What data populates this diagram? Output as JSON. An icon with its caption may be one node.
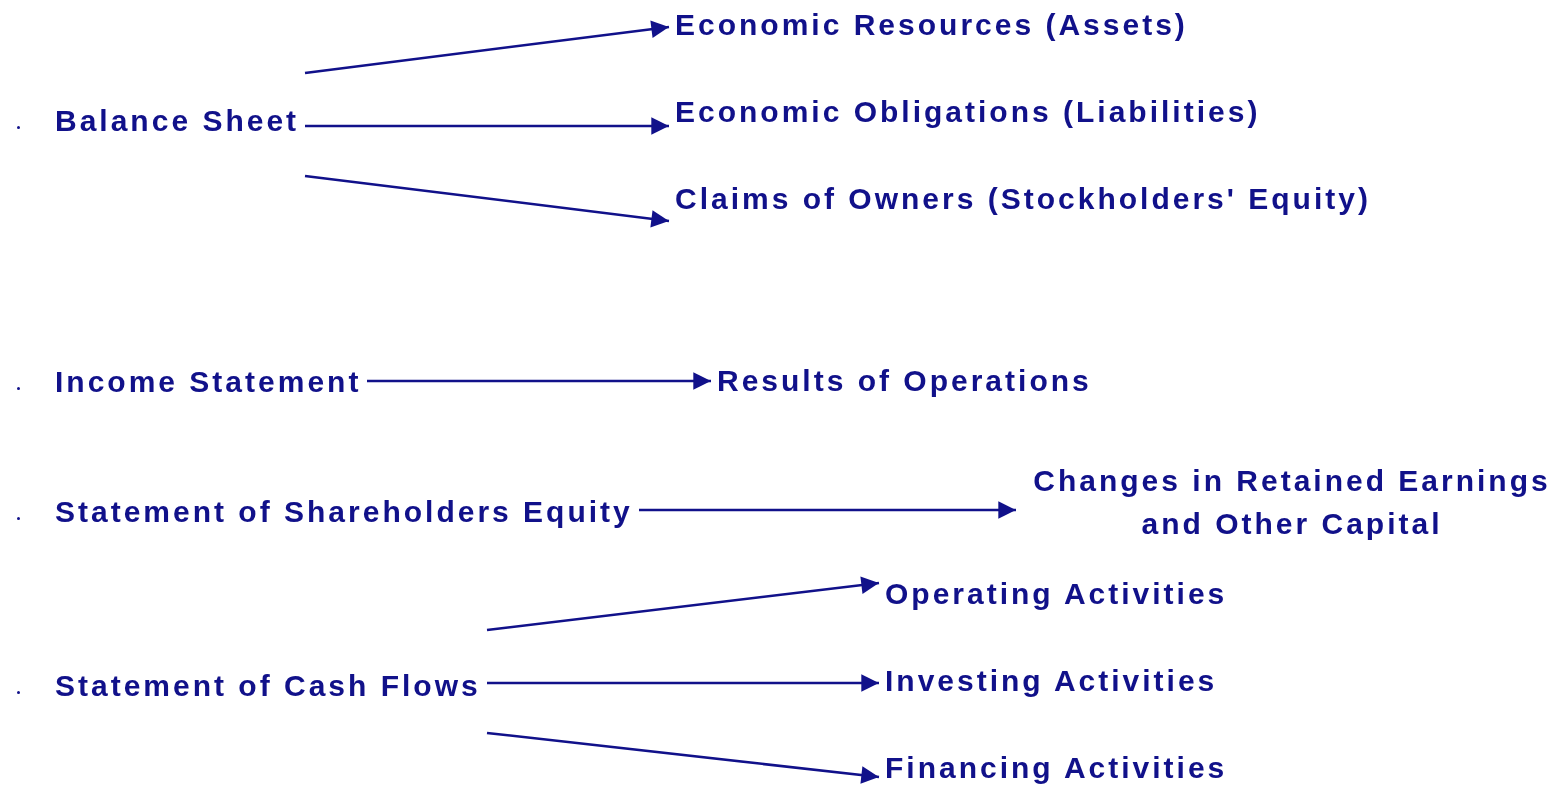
{
  "diagram": {
    "nodes": [
      {
        "text": [
          "Balance Sheet"
        ]
      },
      {
        "text": [
          "Economic Resources (Assets)"
        ]
      },
      {
        "text": [
          "Economic Obligations (Liabilities)"
        ]
      },
      {
        "text": [
          "Claims of Owners (Stockholders' Equity)"
        ]
      },
      {
        "text": [
          "Income Statement"
        ]
      },
      {
        "text": [
          "Results of Operations"
        ]
      },
      {
        "text": [
          "Statement of Shareholders Equity"
        ]
      },
      {
        "text": [
          "Changes in Retained Earnings and Other Capital"
        ]
      },
      {
        "text": [
          "Statement of Cash Flows"
        ]
      },
      {
        "text": [
          "Operating Activities"
        ]
      },
      {
        "text": [
          "Investing Activities"
        ]
      },
      {
        "text": [
          "Financing Activities"
        ]
      }
    ],
    "edges": [
      {
        "from": 0,
        "to": 1,
        "arrow": "to"
      },
      {
        "from": 0,
        "to": 2,
        "arrow": "to"
      },
      {
        "from": 0,
        "to": 3,
        "arrow": "to"
      },
      {
        "from": 4,
        "to": 5,
        "arrow": "to"
      },
      {
        "from": 6,
        "to": 7,
        "arrow": "to"
      },
      {
        "from": 8,
        "to": 9,
        "arrow": "to"
      },
      {
        "from": 8,
        "to": 10,
        "arrow": "to"
      },
      {
        "from": 8,
        "to": 11,
        "arrow": "to"
      }
    ]
  }
}
